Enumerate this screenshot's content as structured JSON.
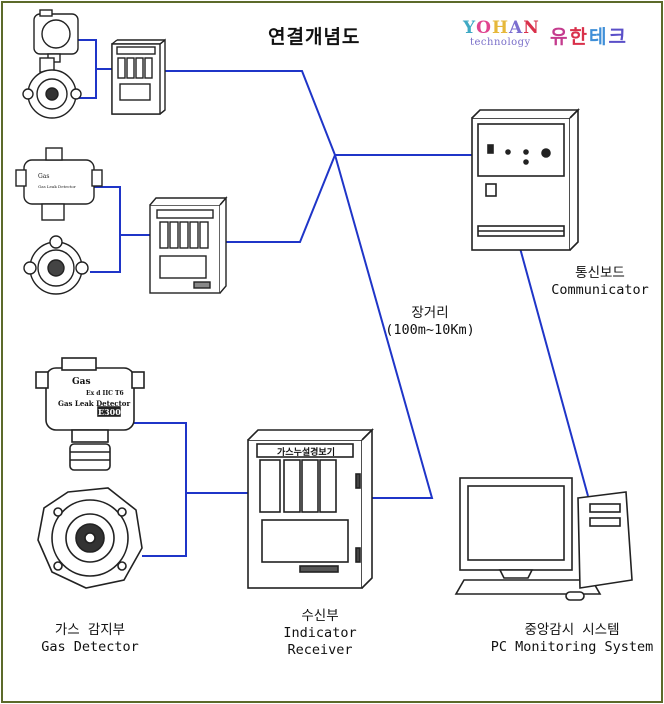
{
  "title": "연결개념도",
  "logo": {
    "brand_en": "YOHAN",
    "tagline": "technology",
    "brand_ko": [
      "유",
      "한",
      "테",
      "크"
    ],
    "colors": [
      "#3fa9c4",
      "#e0448f",
      "#e6b83a",
      "#7b6ed0",
      "#d9304a",
      "#3f8fd8",
      "#c43b8e",
      "#5a4fc8"
    ]
  },
  "panel_label": "가스누설경보기",
  "devices": {
    "gas_detector": {
      "ko": "가스 감지부",
      "en": "Gas Detector"
    },
    "receiver": {
      "ko": "수신부",
      "en": [
        "Indicator",
        "Receiver"
      ]
    },
    "communicator": {
      "ko": "통신보드",
      "en": "Communicator"
    },
    "monitoring": {
      "ko": "중앙감시 시스템",
      "en": "PC Monitoring System"
    }
  },
  "distance": {
    "ko": "장거리",
    "range": "(100m~10Km)"
  },
  "detector_text": {
    "gas": "Gas",
    "type": "Ex d IIC T6",
    "name": "Gas Leak Detector",
    "model": "E300"
  },
  "colors": {
    "wire": "#1f35c8",
    "frame": "#5c6a2a",
    "device": "#222222"
  }
}
